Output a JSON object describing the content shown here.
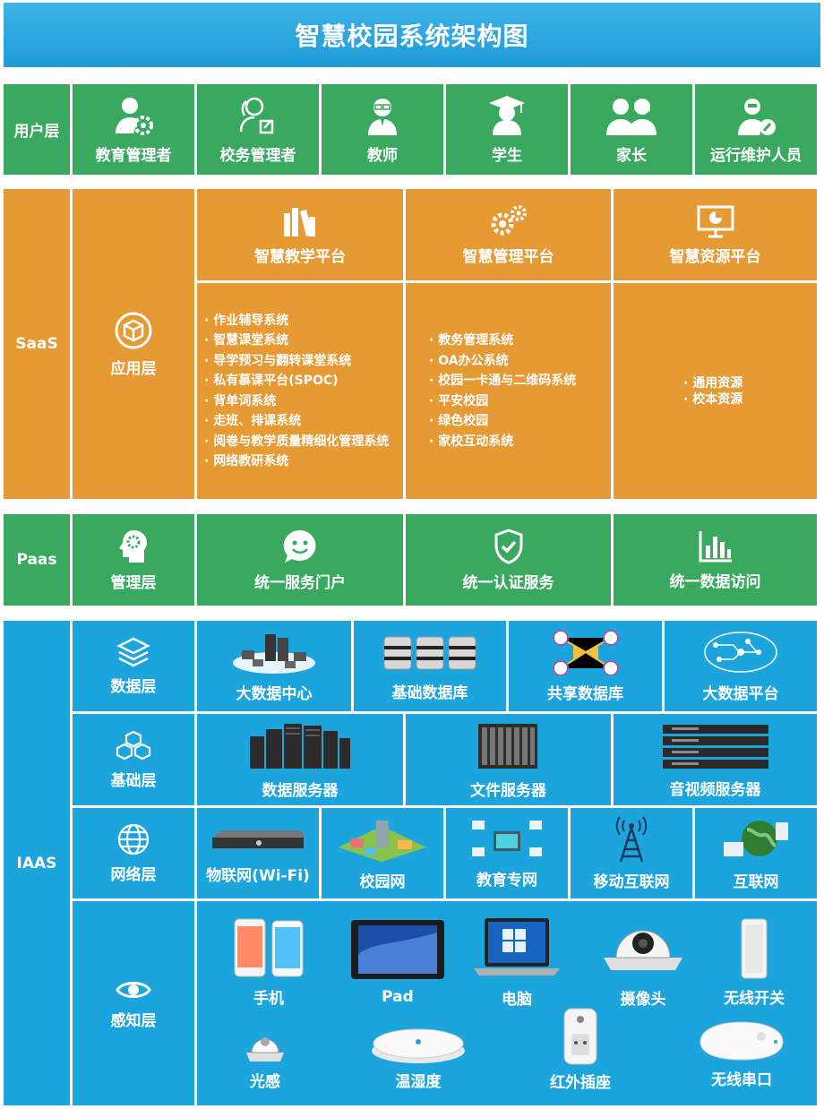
{
  "title": "智慧校园系统架构图",
  "colors": {
    "green": "#3aa960",
    "orange": "#e69a34",
    "blue": "#1ca4dd",
    "title": "#1e9bd7"
  },
  "user_layer": {
    "label": "用户层",
    "items": [
      {
        "label": "教育管理者",
        "icon": "admin-gear-icon"
      },
      {
        "label": "校务管理者",
        "icon": "staff-edit-icon"
      },
      {
        "label": "教师",
        "icon": "teacher-icon"
      },
      {
        "label": "学生",
        "icon": "graduate-icon"
      },
      {
        "label": "家长",
        "icon": "parents-icon"
      },
      {
        "label": "运行维护人员",
        "icon": "maintenance-icon"
      }
    ]
  },
  "saas": {
    "label": "SaaS",
    "sublabel": "应用层",
    "platforms": [
      {
        "title": "智慧教学平台",
        "icon": "books-icon",
        "items": [
          "作业辅导系统",
          "智慧课堂系统",
          "导学预习与翻转课堂系统",
          "私有慕课平台(SPOC)",
          "背单词系统",
          "走班、排课系统",
          "阅卷与教学质量精细化管理系统",
          "网络教研系统"
        ]
      },
      {
        "title": "智慧管理平台",
        "icon": "gears-icon",
        "items": [
          "教务管理系统",
          "OA办公系统",
          "校园一卡通与二维码系统",
          "平安校园",
          "绿色校园",
          "家校互动系统"
        ]
      },
      {
        "title": "智慧资源平台",
        "icon": "monitor-chart-icon",
        "items": [
          "通用资源",
          "校本资源"
        ]
      }
    ]
  },
  "paas": {
    "label": "Paas",
    "items": [
      {
        "label": "管理层",
        "icon": "head-gear-icon"
      },
      {
        "label": "统一服务门户",
        "icon": "smile-bubble-icon"
      },
      {
        "label": "统一认证服务",
        "icon": "shield-check-icon"
      },
      {
        "label": "统一数据访问",
        "icon": "bar-chart-icon"
      }
    ]
  },
  "iaas": {
    "label": "IAAS",
    "data_layer": {
      "label": "数据层",
      "items": [
        "大数据中心",
        "基础数据库",
        "共享数据库",
        "大数据平台"
      ]
    },
    "base_layer": {
      "label": "基础层",
      "items": [
        "数据服务器",
        "文件服务器",
        "音视频服务器"
      ]
    },
    "network_layer": {
      "label": "网络层",
      "items": [
        "物联网(Wi-Fi)",
        "校园网",
        "教育专网",
        "移动互联网",
        "互联网"
      ]
    },
    "sense_layer": {
      "label": "感知层",
      "items": [
        "手机",
        "Pad",
        "电脑",
        "摄像头",
        "无线开关",
        "光感",
        "温湿度",
        "红外插座",
        "无线串口"
      ]
    }
  }
}
